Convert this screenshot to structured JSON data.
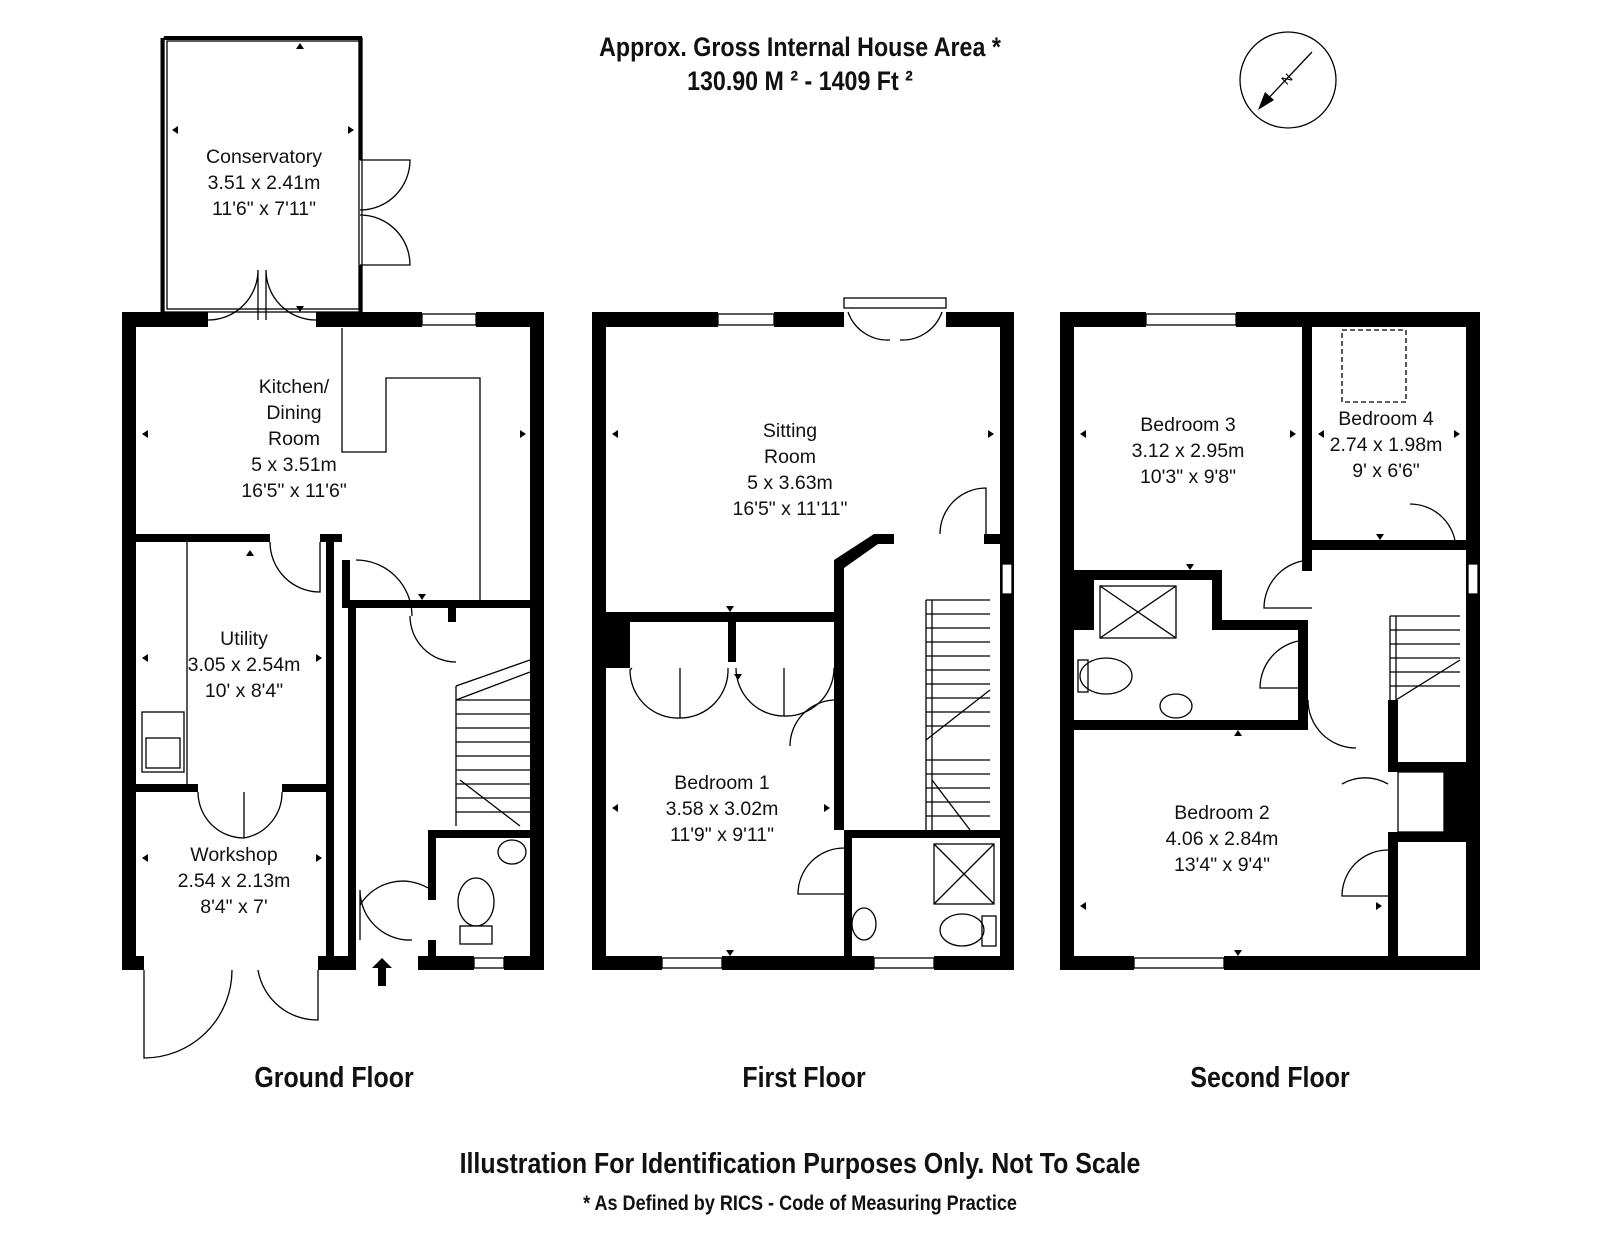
{
  "header": {
    "line1": "Approx. Gross Internal House Area *",
    "line2": "130.90 M ²  -  1409 Ft ²"
  },
  "compass": {
    "label": "N"
  },
  "floors": [
    {
      "name": "Ground Floor"
    },
    {
      "name": "First Floor"
    },
    {
      "name": "Second Floor"
    }
  ],
  "rooms": {
    "conservatory": {
      "name": "Conservatory",
      "metric": "3.51 x 2.41m",
      "imperial": "11'6\" x 7'11\""
    },
    "kitchen": {
      "name1": "Kitchen/",
      "name2": "Dining",
      "name3": "Room",
      "metric": "5 x 3.51m",
      "imperial": "16'5\" x 11'6\""
    },
    "utility": {
      "name": "Utility",
      "metric": "3.05 x 2.54m",
      "imperial": "10' x 8'4\""
    },
    "workshop": {
      "name": "Workshop",
      "metric": "2.54 x 2.13m",
      "imperial": "8'4\" x 7'"
    },
    "sitting": {
      "name1": "Sitting",
      "name2": "Room",
      "metric": "5 x 3.63m",
      "imperial": "16'5\" x 11'11\""
    },
    "bedroom1": {
      "name": "Bedroom 1",
      "metric": "3.58 x 3.02m",
      "imperial": "11'9\" x 9'11\""
    },
    "bedroom3": {
      "name": "Bedroom 3",
      "metric": "3.12 x 2.95m",
      "imperial": "10'3\" x 9'8\""
    },
    "bedroom4": {
      "name": "Bedroom 4",
      "metric": "2.74 x 1.98m",
      "imperial": "9' x 6'6\""
    },
    "bedroom2": {
      "name": "Bedroom 2",
      "metric": "4.06 x 2.84m",
      "imperial": "13'4\" x 9'4\""
    }
  },
  "footer": {
    "line1": "Illustration For Identification Purposes Only. Not To Scale",
    "line2": "* As Defined by RICS - Code of Measuring Practice"
  }
}
